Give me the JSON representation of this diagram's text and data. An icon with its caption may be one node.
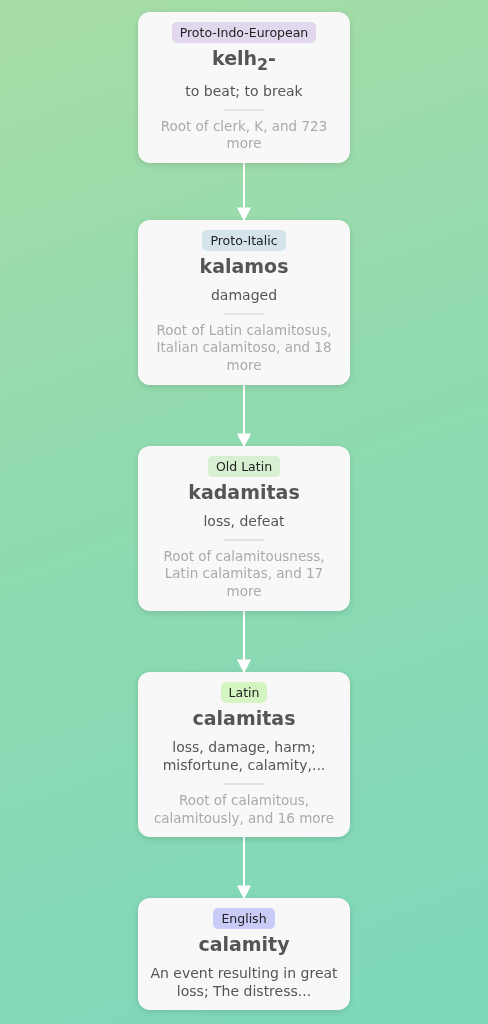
{
  "diagram": {
    "nodes": [
      {
        "text": [
          "Proto-Indo-European",
          "kelh$_{2}$-",
          "to beat; to break",
          "Root of clerk, K, and 723 more"
        ]
      },
      {
        "text": [
          "Proto-Italic",
          "kalamos",
          "damaged",
          "Root of Latin calamitosus, Italian calamitoso, and 18 more"
        ]
      },
      {
        "text": [
          "Old Latin",
          "kadamitas",
          "loss, defeat",
          "Root of calamitousness, Latin calamitas, and 17 more"
        ]
      },
      {
        "text": [
          "Latin",
          "calamitas",
          "loss, damage, harm; misfortune, calamity,...",
          "Root of calamitous, calamitously, and 16 more"
        ]
      },
      {
        "text": [
          "English",
          "calamity",
          "An event resulting in great loss; The distress..."
        ]
      }
    ],
    "edges": [
      {
        "from": 0,
        "to": 1,
        "arrow": "to"
      },
      {
        "from": 1,
        "to": 2,
        "arrow": "to"
      },
      {
        "from": 2,
        "to": 3,
        "arrow": "to"
      },
      {
        "from": 3,
        "to": 4,
        "arrow": "to"
      }
    ]
  }
}
